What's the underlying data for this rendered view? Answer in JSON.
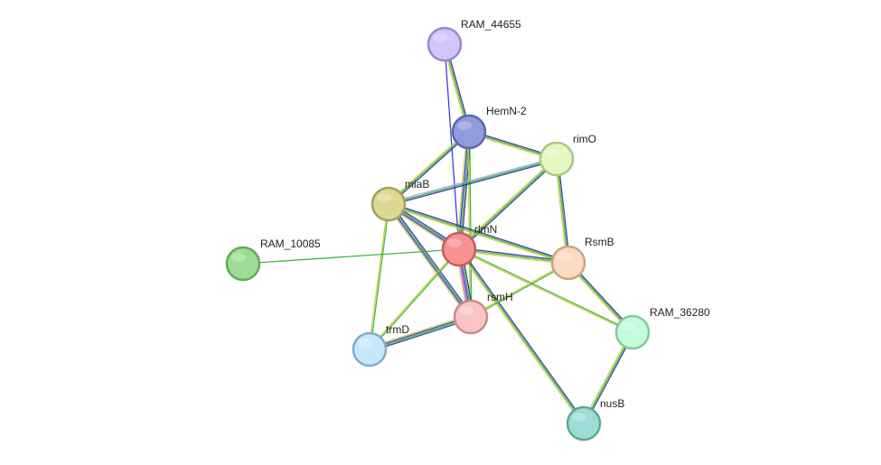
{
  "network": {
    "nodes": [
      {
        "id": "RAM_44655",
        "label": "RAM_44655",
        "fill": "#d4c4fc",
        "stroke": "#9b85d6"
      },
      {
        "id": "HemN-2",
        "label": "HemN-2",
        "fill": "#929bdc",
        "stroke": "#5c66b4"
      },
      {
        "id": "rimO",
        "label": "rimO",
        "fill": "#e4f8c0",
        "stroke": "#a8c886"
      },
      {
        "id": "miaB",
        "label": "miaB",
        "fill": "#dcd894",
        "stroke": "#a4a05c"
      },
      {
        "id": "rlmN",
        "label": "rlmN",
        "fill": "#f99193",
        "stroke": "#c85a5c"
      },
      {
        "id": "RAM_10085",
        "label": "RAM_10085",
        "fill": "#9ddc94",
        "stroke": "#64a85c"
      },
      {
        "id": "RsmB",
        "label": "RsmB",
        "fill": "#fcdcc0",
        "stroke": "#c8a482"
      },
      {
        "id": "rsmH",
        "label": "rsmH",
        "fill": "#f8c4c4",
        "stroke": "#c68c8c"
      },
      {
        "id": "trmD",
        "label": "trmD",
        "fill": "#c4e8fc",
        "stroke": "#84acc4"
      },
      {
        "id": "RAM_36280",
        "label": "RAM_36280",
        "fill": "#c4fcdc",
        "stroke": "#84c8a0"
      },
      {
        "id": "nusB",
        "label": "nusB",
        "fill": "#9cdcd4",
        "stroke": "#5ca89c"
      }
    ],
    "edges": [
      {
        "source": "RAM_44655",
        "target": "HemN-2",
        "evidence": [
          "#2a2aa0",
          "#2bb02b",
          "#c8c838"
        ]
      },
      {
        "source": "RAM_44655",
        "target": "rlmN",
        "evidence": [
          "#2a2ae0"
        ]
      },
      {
        "source": "HemN-2",
        "target": "rimO",
        "evidence": [
          "#2a2aa0",
          "#2bb02b",
          "#c8c838"
        ]
      },
      {
        "source": "HemN-2",
        "target": "miaB",
        "evidence": [
          "#2a2aa0",
          "#2bb02b",
          "#c8c838"
        ]
      },
      {
        "source": "HemN-2",
        "target": "rlmN",
        "evidence": [
          "#2a2aa0",
          "#2bb02b",
          "#2a2ae0",
          "#c8c838"
        ]
      },
      {
        "source": "HemN-2",
        "target": "rsmH",
        "evidence": [
          "#2bb02b",
          "#c8c838"
        ]
      },
      {
        "source": "rimO",
        "target": "miaB",
        "evidence": [
          "#2a2aa0",
          "#2bb02b",
          "#9aa4e0"
        ]
      },
      {
        "source": "rimO",
        "target": "rlmN",
        "evidence": [
          "#2a2aa0",
          "#2bb02b",
          "#c8c838"
        ]
      },
      {
        "source": "rimO",
        "target": "RsmB",
        "evidence": [
          "#2a2aa0",
          "#2bb02b",
          "#c8c838"
        ]
      },
      {
        "source": "miaB",
        "target": "rlmN",
        "evidence": [
          "#2a2aa0",
          "#2bb02b",
          "#2a2ae0",
          "#c8c838"
        ]
      },
      {
        "source": "miaB",
        "target": "RsmB",
        "evidence": [
          "#2a2aa0",
          "#2bb02b",
          "#c8c838"
        ]
      },
      {
        "source": "miaB",
        "target": "rsmH",
        "evidence": [
          "#2a2aa0",
          "#2bb02b",
          "#2a2ae0",
          "#c8c838"
        ]
      },
      {
        "source": "miaB",
        "target": "trmD",
        "evidence": [
          "#2bb02b",
          "#c8c838"
        ]
      },
      {
        "source": "rlmN",
        "target": "RAM_10085",
        "evidence": [
          "#2bb02b"
        ]
      },
      {
        "source": "rlmN",
        "target": "RsmB",
        "evidence": [
          "#2a2aa0",
          "#2bb02b",
          "#c8c838"
        ]
      },
      {
        "source": "rlmN",
        "target": "rsmH",
        "evidence": [
          "#2a2aa0",
          "#2bb02b",
          "#2a2ae0",
          "#d633d6",
          "#c8c838"
        ]
      },
      {
        "source": "rlmN",
        "target": "trmD",
        "evidence": [
          "#2bb02b",
          "#c8c838"
        ]
      },
      {
        "source": "rlmN",
        "target": "RAM_36280",
        "evidence": [
          "#2bb02b",
          "#c8c838"
        ]
      },
      {
        "source": "rlmN",
        "target": "nusB",
        "evidence": [
          "#2a2aa0",
          "#2bb02b",
          "#c8c838"
        ]
      },
      {
        "source": "RsmB",
        "target": "rsmH",
        "evidence": [
          "#2bb02b",
          "#c8c838"
        ]
      },
      {
        "source": "RsmB",
        "target": "RAM_36280",
        "evidence": [
          "#2a2aa0",
          "#2bb02b",
          "#c8c838"
        ]
      },
      {
        "source": "rsmH",
        "target": "trmD",
        "evidence": [
          "#2a2aa0",
          "#2bb02b",
          "#2a2ae0",
          "#c8c838"
        ]
      },
      {
        "source": "RAM_36280",
        "target": "nusB",
        "evidence": [
          "#2a2aa0",
          "#2bb02b",
          "#c8c838"
        ]
      }
    ]
  }
}
